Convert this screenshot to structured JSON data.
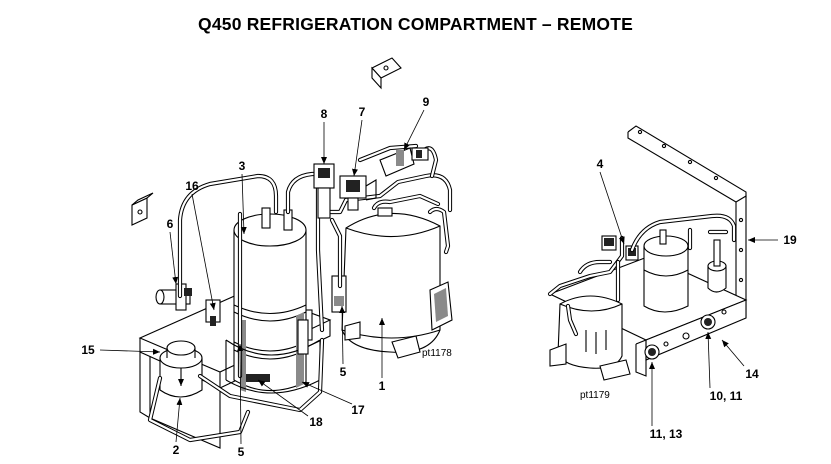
{
  "title": "Q450 REFRIGERATION COMPARTMENT – REMOTE",
  "figure_left": {
    "part_number": "pt1178",
    "callouts": {
      "c1": "1",
      "c2": "2",
      "c3": "3",
      "c5a": "5",
      "c5b": "5",
      "c6": "6",
      "c7": "7",
      "c8": "8",
      "c9": "9",
      "c15": "15",
      "c16": "16",
      "c17": "17",
      "c18": "18"
    }
  },
  "figure_right": {
    "part_number": "pt1179",
    "callouts": {
      "c4": "4",
      "c10_11": "10, 11",
      "c11_13": "11, 13",
      "c14": "14",
      "c19": "19"
    }
  }
}
